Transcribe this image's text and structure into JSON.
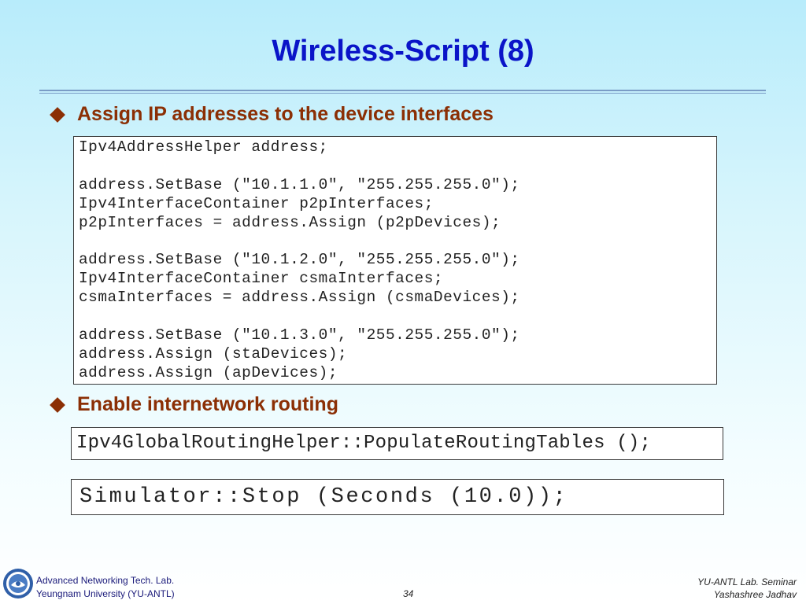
{
  "slide": {
    "title": "Wireless-Script (8)",
    "bullets": [
      {
        "text": "Assign IP addresses to the device interfaces"
      },
      {
        "text": "Enable internetwork routing"
      }
    ],
    "code_blocks": [
      {
        "lines": [
          "Ipv4AddressHelper address;",
          "",
          "address.SetBase (\"10.1.1.0\", \"255.255.255.0\");",
          "Ipv4InterfaceContainer p2pInterfaces;",
          "p2pInterfaces = address.Assign (p2pDevices);",
          "",
          "address.SetBase (\"10.1.2.0\", \"255.255.255.0\");",
          "Ipv4InterfaceContainer csmaInterfaces;",
          "csmaInterfaces = address.Assign (csmaDevices);",
          "",
          "address.SetBase (\"10.1.3.0\", \"255.255.255.0\");",
          "address.Assign (staDevices);",
          "address.Assign (apDevices);"
        ]
      },
      {
        "lines": [
          "Ipv4GlobalRoutingHelper::PopulateRoutingTables ();"
        ]
      },
      {
        "lines": [
          "Simulator::Stop (Seconds (10.0));"
        ]
      }
    ]
  },
  "footer": {
    "left_line1": "Advanced Networking Tech. Lab.",
    "left_line2": "Yeungnam University (YU-ANTL)",
    "page_number": "34",
    "right_line1": "YU-ANTL Lab. Seminar",
    "right_line2": "Yashashree Jadhav",
    "logo_icon": "university-seal-icon"
  }
}
